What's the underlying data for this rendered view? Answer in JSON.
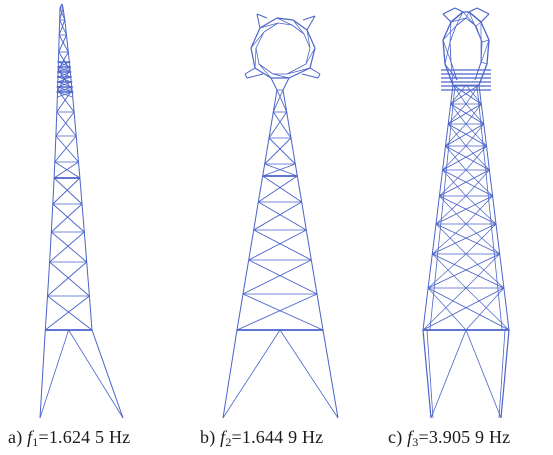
{
  "colors": {
    "lines": "#4a63c9",
    "text": "#1a1a1a",
    "background": "#ffffff"
  },
  "panels": [
    {
      "tag": "a)",
      "symbol": "f",
      "subscript": "1",
      "value": "=1.624 5 Hz"
    },
    {
      "tag": "b)",
      "symbol": "f",
      "subscript": "2",
      "value": "=1.644 9 Hz"
    },
    {
      "tag": "c)",
      "symbol": "f",
      "subscript": "3",
      "value": "=3.905 9 Hz"
    }
  ]
}
